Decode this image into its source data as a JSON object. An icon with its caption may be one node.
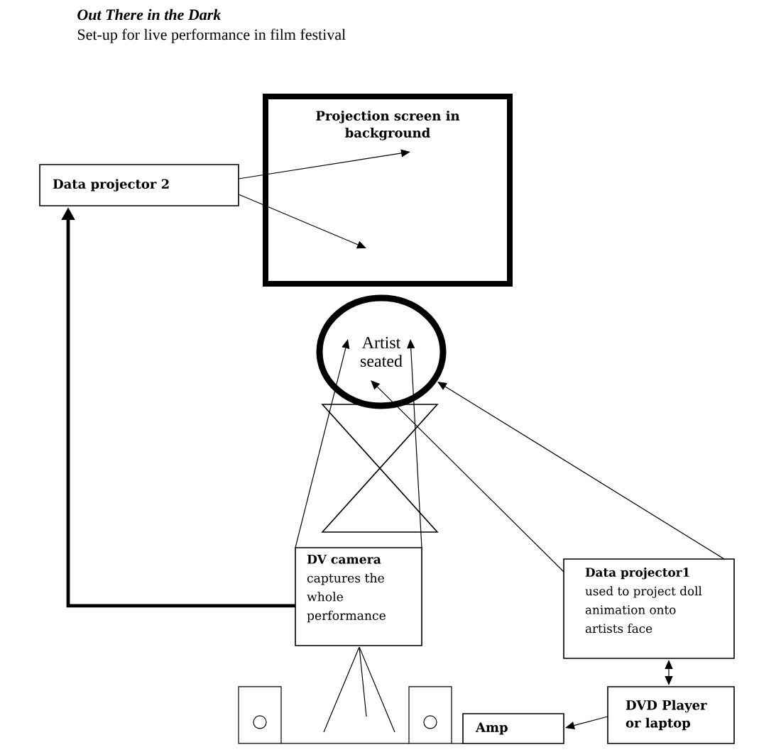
{
  "diagram": {
    "title": "Out There in the Dark",
    "nodes": [
      {
        "text": [
          "Projection screen in background"
        ]
      },
      {
        "text": [
          "Data projector 2"
        ]
      },
      {
        "text": [
          "Artist seated"
        ]
      },
      {
        "text": [
          "DV camera",
          "captures the whole performance"
        ]
      },
      {
        "text": [
          "Data projector1",
          "used to project doll animation onto artists face"
        ]
      },
      {
        "text": [],
        "shape": "box"
      },
      {
        "text": [],
        "shape": "box"
      },
      {
        "text": [
          "Amp"
        ]
      },
      {
        "text": [
          "DVD Player or laptop"
        ]
      }
    ],
    "edges": [
      {
        "from": 1,
        "to": 0,
        "arrow": "to"
      },
      {
        "from": 1,
        "to": 0,
        "arrow": "to"
      },
      {
        "from": 3,
        "to": 1,
        "arrow": "to",
        "style": "thick"
      },
      {
        "from": 3,
        "to": 2,
        "arrow": "to"
      },
      {
        "from": 3,
        "to": 2,
        "arrow": "to"
      },
      {
        "from": 4,
        "to": 2,
        "arrow": "to"
      },
      {
        "from": 4,
        "to": 2,
        "arrow": "to"
      },
      {
        "from": 4,
        "to": 8,
        "arrow": "both"
      },
      {
        "from": 8,
        "to": 7,
        "arrow": "to"
      },
      {
        "from": 5,
        "to": 6,
        "arrow": "none"
      },
      {
        "from": 6,
        "to": 7,
        "arrow": "none"
      }
    ],
    "labels": [
      "Set-up for live performance in film festival"
    ]
  }
}
